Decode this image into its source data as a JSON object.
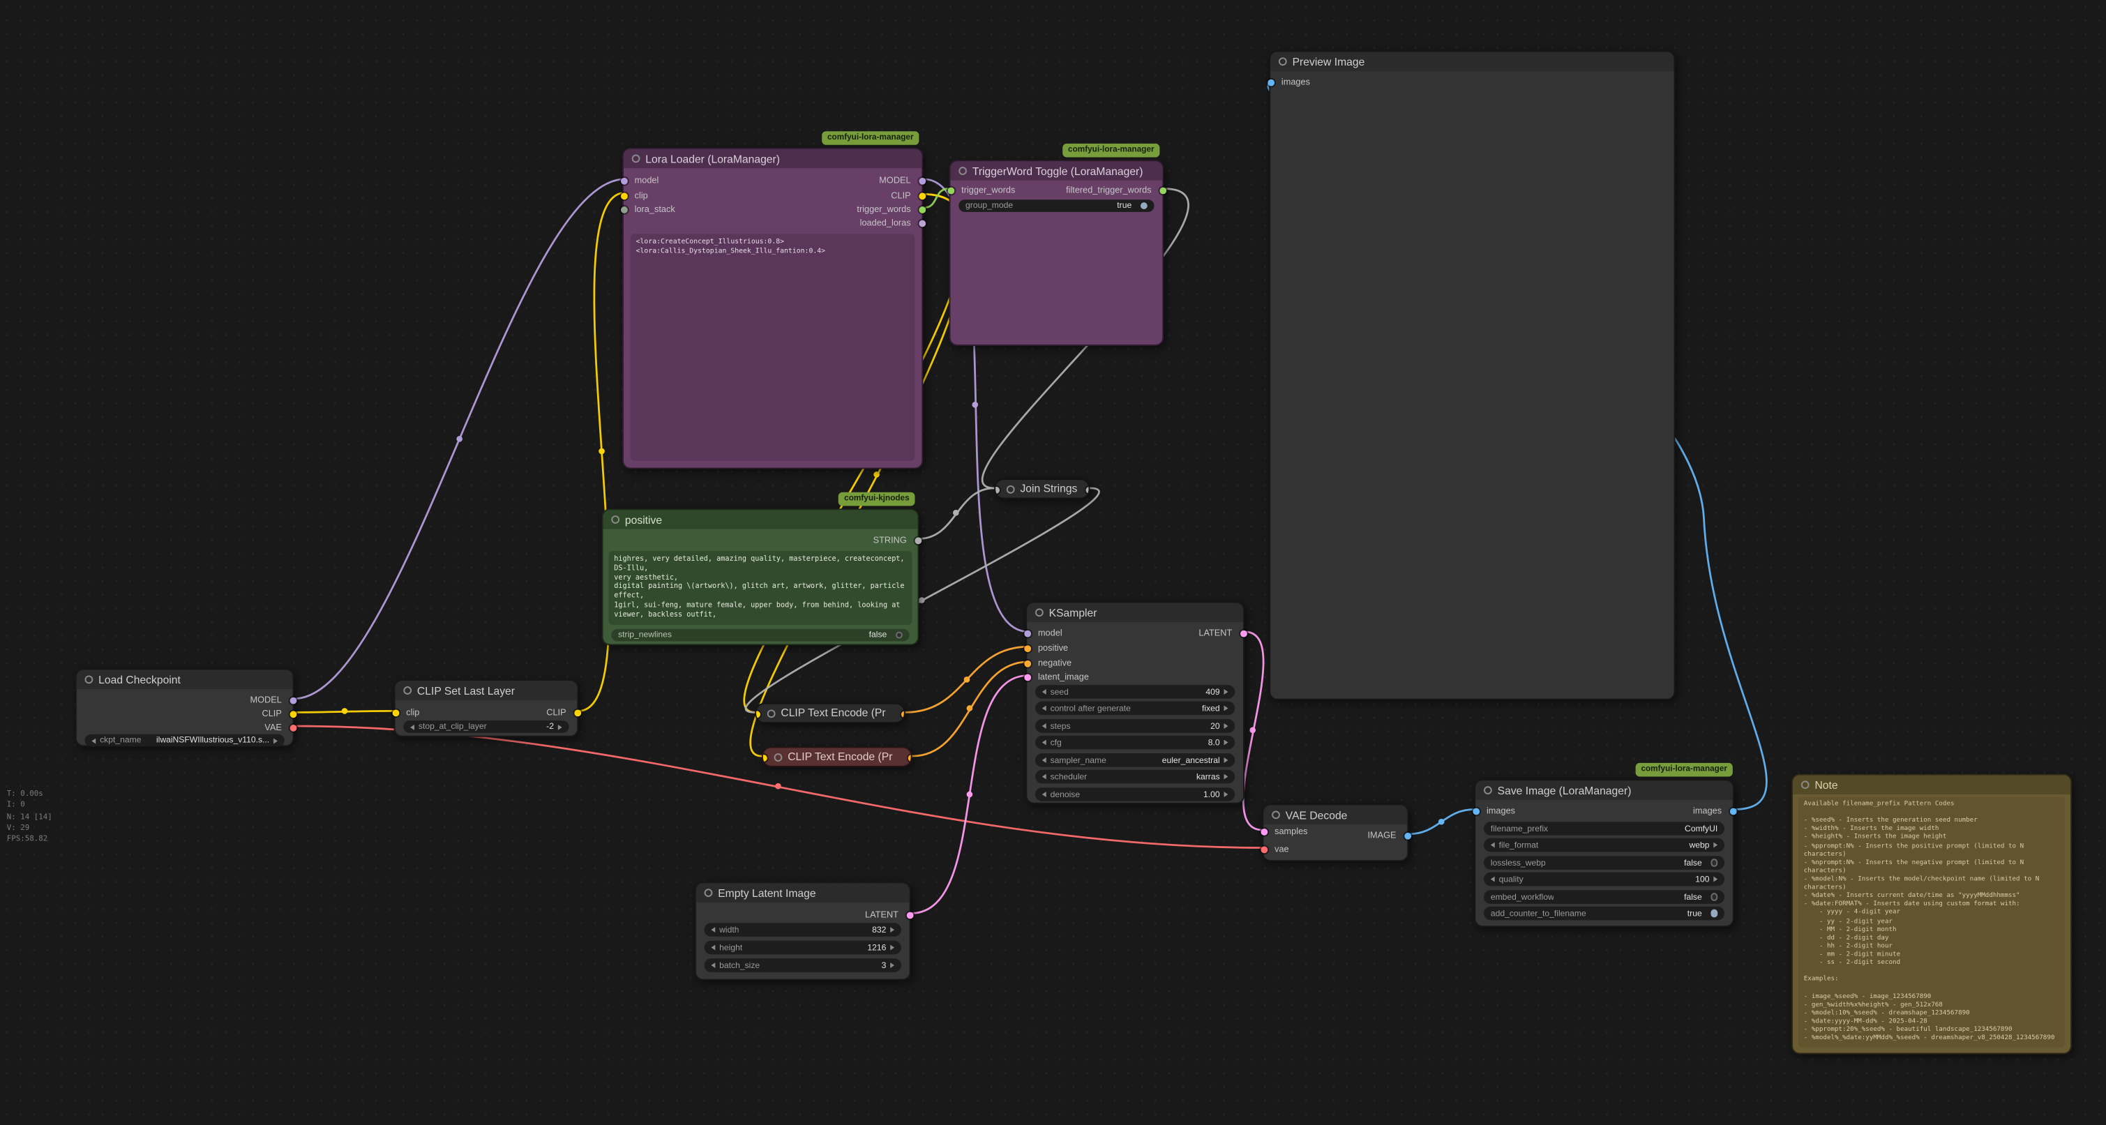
{
  "app": {
    "name": "ComfyUI workflow canvas"
  },
  "stats": {
    "lines": [
      "T: 0.00s",
      "I: 0",
      "N: 14 [14]",
      "V: 29",
      "FPS:58.82"
    ]
  },
  "badges": {
    "lora_manager": "comfyui-lora-manager",
    "kjnodes": "comfyui-kjnodes"
  },
  "colors": {
    "model": "#B39DDB",
    "clip": "#FFD500",
    "vae": "#FF6E6E",
    "conditioning": "#FFA931",
    "latent": "#FF9CF0",
    "image": "#64B5F6",
    "string": "#B0B0B0",
    "trigger": "#95D65A",
    "badge": "#789E3C"
  },
  "icons": {
    "collapse": "circle",
    "combo_left": "triangle-left",
    "combo_right": "triangle-right",
    "toggle": "knob-circle"
  },
  "nodes": {
    "load_checkpoint": {
      "title": "Load Checkpoint",
      "outputs": {
        "model": "MODEL",
        "clip": "CLIP",
        "vae": "VAE"
      },
      "widgets": {
        "ckpt_name": {
          "label": "ckpt_name",
          "value": "ilwaiNSFWIllustrious_v110.s..."
        }
      }
    },
    "clip_set_last_layer": {
      "title": "CLIP Set Last Layer",
      "inputs": {
        "clip": "clip"
      },
      "outputs": {
        "clip": "CLIP"
      },
      "widgets": {
        "stop_at_clip_layer": {
          "label": "stop_at_clip_layer",
          "value": "-2"
        }
      }
    },
    "lora_loader": {
      "title": "Lora Loader (LoraManager)",
      "inputs": {
        "model": "model",
        "clip": "clip",
        "lora_stack": "lora_stack"
      },
      "outputs": {
        "model": "MODEL",
        "clip": "CLIP",
        "trigger_words": "trigger_words",
        "loaded_loras": "loaded_loras"
      },
      "text": "<lora:CreateConcept_Illustrious:0.8> <lora:Callis_Dystopian_Sheek_Illu_fantion:0.4>"
    },
    "trigger_toggle": {
      "title": "TriggerWord Toggle (LoraManager)",
      "inputs": {
        "trigger_words": "trigger_words"
      },
      "outputs": {
        "filtered": "filtered_trigger_words"
      },
      "widgets": {
        "group_mode": {
          "label": "group_mode",
          "value": "true"
        }
      }
    },
    "positive": {
      "title": "positive",
      "outputs": {
        "string": "STRING"
      },
      "text": "highres, very detailed, amazing quality, masterpiece, createconcept, DS-Illu,\nvery aesthetic,\ndigital painting \\(artwork\\), glitch art, artwork, glitter, particle effect,\n1girl, sui-feng, mature female, upper body, from behind, looking at viewer, backless outfit,",
      "widgets": {
        "strip_newlines": {
          "label": "strip_newlines",
          "value": "false"
        }
      }
    },
    "join_strings": {
      "title": "Join Strings"
    },
    "clip_text_encode_pos": {
      "title": "CLIP Text Encode (Pr"
    },
    "clip_text_encode_neg": {
      "title": "CLIP Text Encode (Pr"
    },
    "ksampler": {
      "title": "KSampler",
      "inputs": {
        "model": "model",
        "positive": "positive",
        "negative": "negative",
        "latent_image": "latent_image"
      },
      "outputs": {
        "latent": "LATENT"
      },
      "widgets": {
        "seed": {
          "label": "seed",
          "value": "409"
        },
        "control_after_generate": {
          "label": "control after generate",
          "value": "fixed"
        },
        "steps": {
          "label": "steps",
          "value": "20"
        },
        "cfg": {
          "label": "cfg",
          "value": "8.0"
        },
        "sampler_name": {
          "label": "sampler_name",
          "value": "euler_ancestral"
        },
        "scheduler": {
          "label": "scheduler",
          "value": "karras"
        },
        "denoise": {
          "label": "denoise",
          "value": "1.00"
        }
      }
    },
    "empty_latent": {
      "title": "Empty Latent Image",
      "outputs": {
        "latent": "LATENT"
      },
      "widgets": {
        "width": {
          "label": "width",
          "value": "832"
        },
        "height": {
          "label": "height",
          "value": "1216"
        },
        "batch_size": {
          "label": "batch_size",
          "value": "3"
        }
      }
    },
    "vae_decode": {
      "title": "VAE Decode",
      "inputs": {
        "samples": "samples",
        "vae": "vae"
      },
      "outputs": {
        "image": "IMAGE"
      }
    },
    "preview_image": {
      "title": "Preview Image",
      "inputs": {
        "images": "images"
      }
    },
    "save_image": {
      "title": "Save Image (LoraManager)",
      "inputs": {
        "images": "images"
      },
      "outputs": {
        "images": "images"
      },
      "widgets": {
        "filename_prefix": {
          "label": "filename_prefix",
          "value": "ComfyUI"
        },
        "file_format": {
          "label": "file_format",
          "value": "webp"
        },
        "lossless_webp": {
          "label": "lossless_webp",
          "value": "false"
        },
        "quality": {
          "label": "quality",
          "value": "100"
        },
        "embed_workflow": {
          "label": "embed_workflow",
          "value": "false"
        },
        "add_counter_to_filename": {
          "label": "add_counter_to_filename",
          "value": "true"
        }
      }
    },
    "note": {
      "title": "Note",
      "text": "Available filename_prefix Pattern Codes\n\n- %seed% - Inserts the generation seed number\n- %width% - Inserts the image width\n- %height% - Inserts the image height\n- %pprompt:N% - Inserts the positive prompt (limited to N characters)\n- %nprompt:N% - Inserts the negative prompt (limited to N characters)\n- %model:N% - Inserts the model/checkpoint name (limited to N characters)\n- %date% - Inserts current date/time as \"yyyyMMddhhmmss\"\n- %date:FORMAT% - Inserts date using custom format with:\n    - yyyy - 4-digit year\n    - yy - 2-digit year\n    - MM - 2-digit month\n    - dd - 2-digit day\n    - hh - 2-digit hour\n    - mm - 2-digit minute\n    - ss - 2-digit second\n\nExamples:\n\n- image_%seed% - image_1234567890\n- gen_%width%x%height% - gen_512x768\n- %model:10%_%seed% - dreamshape_1234567890\n- %date:yyyy-MM-dd% - 2025-04-28\n- %pprompt:20%_%seed% - beautiful landscape_1234567890\n- %model%_%date:yyMMdd%_%seed% - dreamshaper_v8_250428_1234567890\n\nYou can combine multiple patterns to create detailed, organized filenames for you"
    }
  }
}
